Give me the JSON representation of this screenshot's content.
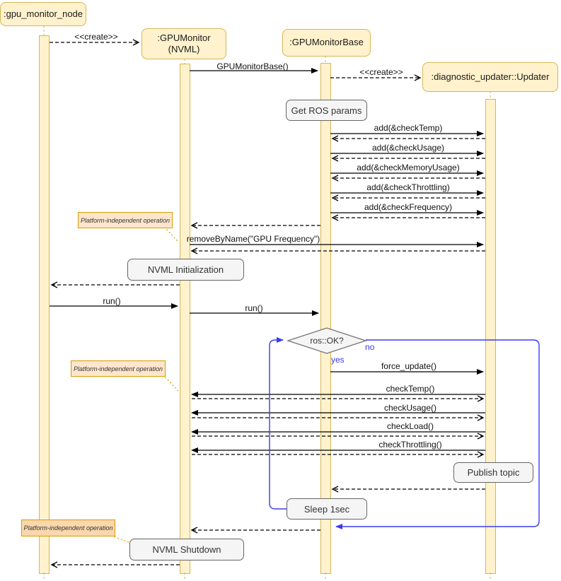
{
  "diagram_type": "uml-sequence-diagram",
  "colors": {
    "lifeline_fill": "#FFF2CC",
    "lifeline_stroke": "#D6B656",
    "action_fill": "#F5F5F5",
    "action_stroke": "#666666",
    "note_fill": "#FFE6CC",
    "note_fill_dark": "#FAD7AC",
    "note_stroke": "#D79B00",
    "flow_blue": "#3B3BEF",
    "message_black": "#000000"
  },
  "participants": [
    {
      "label": ":gpu_monitor_node"
    },
    {
      "label_line1": ":GPUMonitor",
      "label_line2": "(NVML)"
    },
    {
      "label": ":GPUMonitorBase"
    },
    {
      "label": ":diagnostic_updater::Updater"
    }
  ],
  "messages": {
    "create1": "<<create>>",
    "gpu_monitor_base_ctor": "GPUMonitorBase()",
    "create2": "<<create>>",
    "add_check_temp": "add(&checkTemp)",
    "add_check_usage": "add(&checkUsage)",
    "add_check_memory_usage": "add(&checkMemoryUsage)",
    "add_check_throttling": "add(&checkThrottling)",
    "add_check_frequency": "add(&checkFrequency)",
    "remove_by_name": "removeByName(\"GPU Frequency\")",
    "run_node": "run()",
    "run_monitor": "run()",
    "force_update": "force_update()",
    "check_temp": "checkTemp()",
    "check_usage": "checkUsage()",
    "check_load": "checkLoad()",
    "check_throttling": "checkThrottling()"
  },
  "actions": {
    "get_ros_params": "Get ROS params",
    "nvml_initialization": "NVML Initialization",
    "publish_topic": "Publish topic",
    "sleep": "Sleep 1sec",
    "nvml_shutdown": "NVML Shutdown"
  },
  "notes": {
    "platform_independent": "Platform-independent operation"
  },
  "decision": {
    "condition": "ros::OK?",
    "yes_label": "yes",
    "no_label": "no"
  }
}
